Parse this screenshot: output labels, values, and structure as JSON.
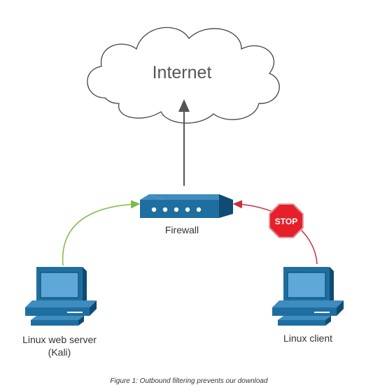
{
  "diagram": {
    "internet_label": "Internet",
    "firewall_label": "Firewall",
    "server_label_line1": "Linux web server",
    "server_label_line2": "(Kali)",
    "client_label": "Linux client",
    "stop_sign_text": "STOP"
  },
  "caption": "Figure 1: Outbound filtering prevents our download",
  "colors": {
    "device_blue": "#1e6fa0",
    "device_dark": "#0f4b72",
    "allowed_arrow": "#7dbb42",
    "blocked_arrow": "#c9303a",
    "stop_red": "#e5202b",
    "cloud_stroke": "#444444"
  }
}
